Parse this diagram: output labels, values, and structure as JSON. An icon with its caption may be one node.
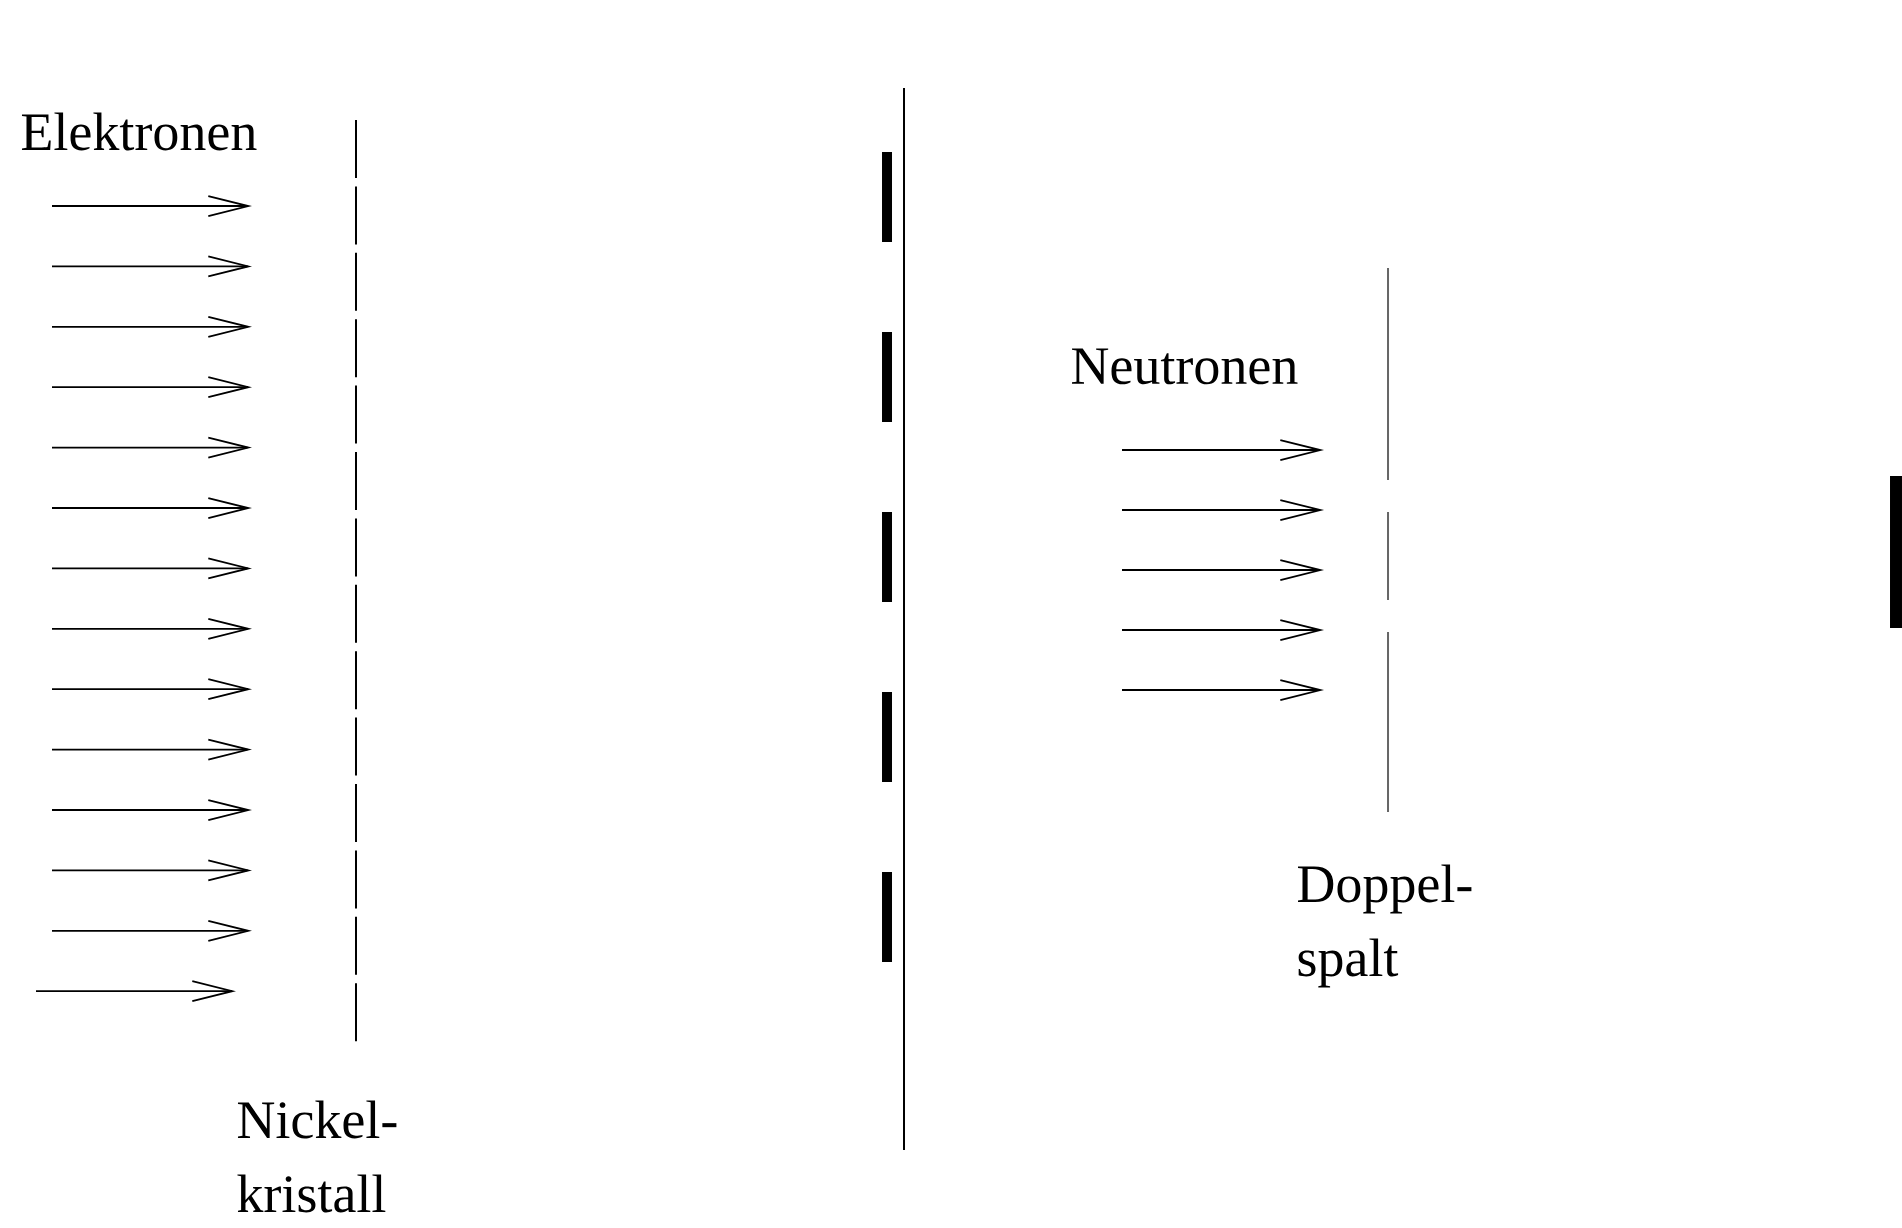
{
  "diagram": {
    "labels": [
      "Elektronen",
      "Neutronen",
      "Doppel- spalt",
      "Nickel- kristall"
    ]
  }
}
